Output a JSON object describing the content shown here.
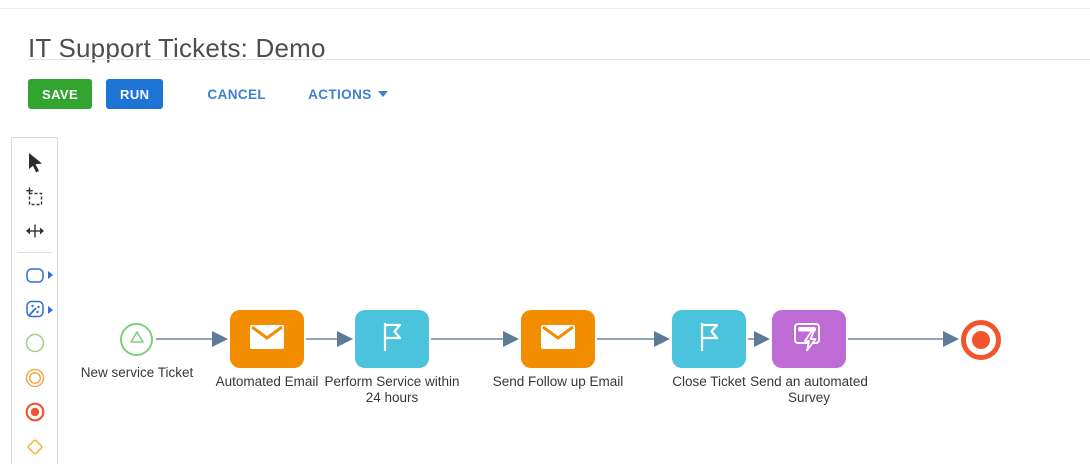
{
  "header": {
    "title": "IT Support Tickets: Demo"
  },
  "toolbar": {
    "save_label": "SAVE",
    "run_label": "RUN",
    "cancel_label": "CANCEL",
    "actions_label": "ACTIONS"
  },
  "palette": {
    "tools": [
      "pointer-tool",
      "lasso-selection-tool",
      "space-tool",
      "task-shape",
      "smart-task-shape",
      "start-event-shape",
      "intermediate-event-shape",
      "end-event-shape",
      "gateway-shape"
    ]
  },
  "flow": {
    "nodes": [
      {
        "id": "start",
        "type": "start-event",
        "label": "New service Ticket",
        "color": "#7ed07b"
      },
      {
        "id": "task1",
        "type": "email-task",
        "label": "Automated Email",
        "color": "#f28d00",
        "icon": "envelope-icon"
      },
      {
        "id": "task2",
        "type": "milestone-task",
        "label": "Perform Service within 24 hours",
        "lines": [
          "Perform Service within",
          "24 hours"
        ],
        "color": "#4cc3dc",
        "icon": "flag-icon"
      },
      {
        "id": "task3",
        "type": "email-task",
        "label": "Send Follow up Email",
        "color": "#f28d00",
        "icon": "envelope-icon"
      },
      {
        "id": "task4",
        "type": "milestone-task",
        "label": "Close Ticket",
        "color": "#4cc3dc",
        "icon": "flag-icon"
      },
      {
        "id": "task5",
        "type": "automation-task",
        "label": "Send an automated Survey",
        "lines": [
          "Send an automated",
          "Survey"
        ],
        "color": "#bf6bd6",
        "icon": "window-bolt-icon"
      },
      {
        "id": "end",
        "type": "end-event",
        "label": "",
        "color": "#f1552d"
      }
    ],
    "connections": [
      "start→task1",
      "task1→task2",
      "task2→task3",
      "task3→task4",
      "task4→task5",
      "task5→end"
    ]
  },
  "colors": {
    "save_button": "#31a52f",
    "run_button": "#1d74d4",
    "link_blue": "#3f7fd0",
    "task_orange": "#f28d00",
    "task_teal": "#4cc3dc",
    "task_purple": "#bf6bd6",
    "start_green": "#7ed07b",
    "end_red": "#f1552d",
    "connector_line": "#8ea6bf",
    "connector_arrow": "#5d7a99"
  }
}
